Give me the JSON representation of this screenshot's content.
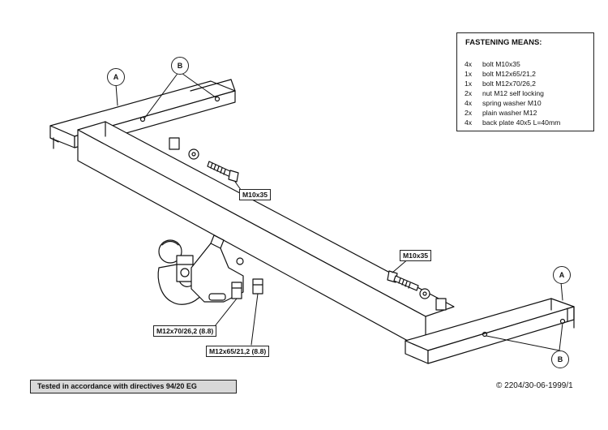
{
  "fastening": {
    "title": "FASTENING MEANS:",
    "items": [
      {
        "qty": "4x",
        "desc": "bolt M10x35"
      },
      {
        "qty": "1x",
        "desc": "bolt M12x65/21,2"
      },
      {
        "qty": "1x",
        "desc": "bolt M12x70/26,2"
      },
      {
        "qty": "2x",
        "desc": "nut M12 self locking"
      },
      {
        "qty": "4x",
        "desc": "spring washer M10"
      },
      {
        "qty": "2x",
        "desc": "plain washer M12"
      },
      {
        "qty": "4x",
        "desc": "back plate 40x5 L=40mm"
      }
    ]
  },
  "labels": {
    "bolt_upper": "M10x35",
    "bolt_right": "M10x35",
    "bolt_m12x70": "M12x70/26,2 (8.8)",
    "bolt_m12x65": "M12x65/21,2 (8.8)"
  },
  "markers": {
    "a_left": "A",
    "b_left": "B",
    "a_right": "A",
    "b_right": "B"
  },
  "footer": {
    "tested": "Tested in accordance with directives 94/20 EG",
    "copyright": "© 2204/30-06-1999/1"
  }
}
